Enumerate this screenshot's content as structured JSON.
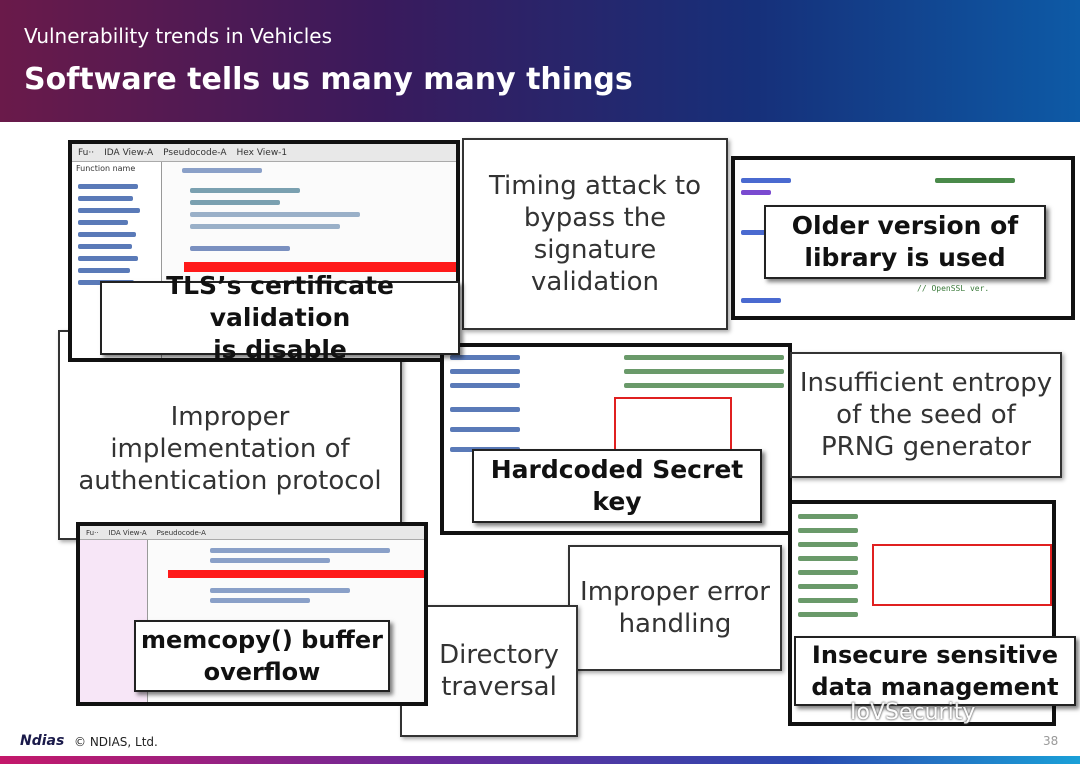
{
  "header": {
    "subtitle": "Vulnerability trends in Vehicles",
    "title": "Software tells us many many things"
  },
  "items": {
    "tls": "TLS’s certificate validation\nis disable",
    "timing": "Timing attack to\nbypass the\nsignature\nvalidation",
    "older_lib": "Older version of\nlibrary is used",
    "auth": "Improper\nimplementation of\nauthentication protocol",
    "hardcoded": "Hardcoded Secret\nkey",
    "entropy": "Insufficient entropy\nof the seed of\nPRNG generator",
    "memcopy": "memcopy() buffer\noverflow",
    "error": "Improper error\nhandling",
    "directory": "Directory\ntraversal",
    "insecure": "Insecure sensitive\ndata management"
  },
  "screenshots": {
    "ida_tabs": [
      "Fu··",
      "IDA View-A",
      "Pseudocode-A",
      "Hex View-1"
    ],
    "function_name_header": "Function name",
    "openssl_comment": "// OpenSSL ver."
  },
  "footer": {
    "logo": "Ndias",
    "copyright": "© NDIAS, Ltd.",
    "page": "38",
    "watermark": "IoVSecurity"
  }
}
